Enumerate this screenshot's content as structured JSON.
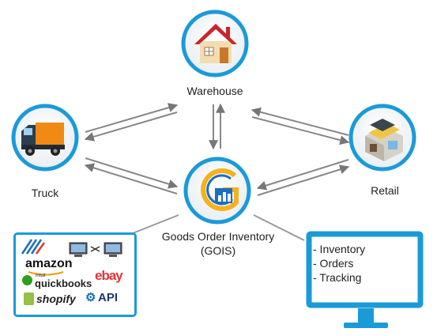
{
  "nodes": {
    "warehouse": {
      "label": "Warehouse",
      "icon": "house-icon"
    },
    "truck": {
      "label": "Truck",
      "icon": "truck-icon"
    },
    "retail": {
      "label": "Retail",
      "icon": "store-icon"
    },
    "gois": {
      "label_line1": "Goods Order Inventory",
      "label_line2": "(GOIS)",
      "icon": "gois-logo-icon"
    }
  },
  "integrations": {
    "logos": [
      "amazon",
      "intuit",
      "quickbooks",
      "ebay",
      "shopify",
      "API"
    ],
    "icons": [
      "sync-computers-icon",
      "stripes-logo-icon"
    ]
  },
  "monitor": {
    "items": [
      "- Inventory",
      "- Orders",
      "- Tracking"
    ]
  },
  "colors": {
    "ring": "#1b9ad8",
    "arrow": "#888888",
    "monitor": "#1b9ad8"
  }
}
